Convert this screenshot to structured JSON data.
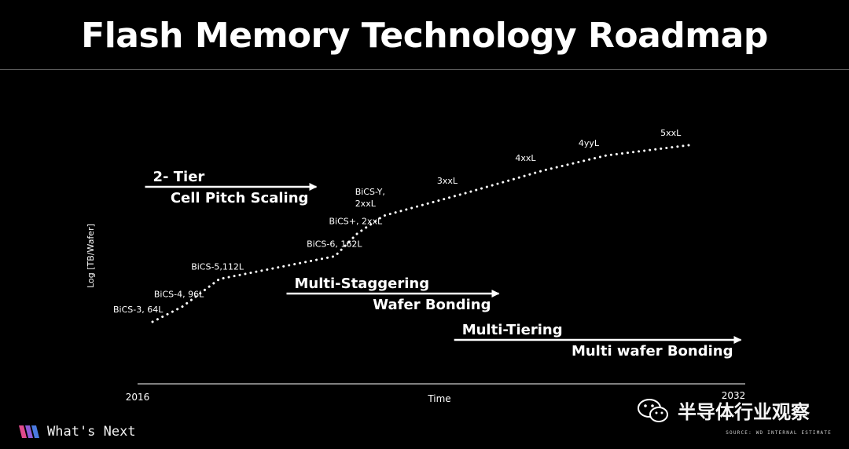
{
  "title": "Flash Memory Technology Roadmap",
  "source": "SOURCE: WD INTERNAL ESTIMATE",
  "brand": {
    "name": "What's Next",
    "icon": "whats-next-logo-icon"
  },
  "watermark": {
    "text": "半导体行业观察",
    "icon": "wechat-icon"
  },
  "colors": {
    "background": "#000000",
    "foreground": "#ffffff",
    "rule": "#5a5a5a"
  },
  "chart_data": {
    "type": "line",
    "xlabel": "Time",
    "ylabel": "Log [TB/Wafer]",
    "xlim": [
      2016,
      2032
    ],
    "x_ticks": [
      "2016",
      "2032"
    ],
    "y_scale": "log",
    "grid": false,
    "line_style": "dotted",
    "points": [
      {
        "label": "BiCS-3, 64L",
        "x": 2016.4,
        "y": 1.0
      },
      {
        "label": "BiCS-4, 96L",
        "x": 2017.2,
        "y": 1.6
      },
      {
        "label": "BiCS-5,112L",
        "x": 2018.2,
        "y": 2.7
      },
      {
        "label": "BiCS-6, 162L",
        "x": 2021.3,
        "y": 3.6
      },
      {
        "label": "BiCS+, 2xxL",
        "x": 2021.9,
        "y": 4.5
      },
      {
        "label": "BiCS-Y,\n2xxL",
        "x": 2022.6,
        "y": 5.2
      },
      {
        "label": "3xxL",
        "x": 2024.8,
        "y": 6.1
      },
      {
        "label": "4xxL",
        "x": 2026.9,
        "y": 7.0
      },
      {
        "label": "4yyL",
        "x": 2028.6,
        "y": 7.6
      },
      {
        "label": "5xxL",
        "x": 2030.8,
        "y": 8.0
      }
    ],
    "phases": [
      {
        "line1": "2- Tier",
        "line2": "Cell Pitch Scaling",
        "x_start": 2016.2,
        "x_end": 2020.8
      },
      {
        "line1": "Multi-Staggering",
        "line2": "Wafer Bonding",
        "x_start": 2020.0,
        "x_end": 2025.7
      },
      {
        "line1": "Multi-Tiering",
        "line2": "Multi wafer Bonding",
        "x_start": 2024.5,
        "x_end": 2032.2
      }
    ]
  }
}
